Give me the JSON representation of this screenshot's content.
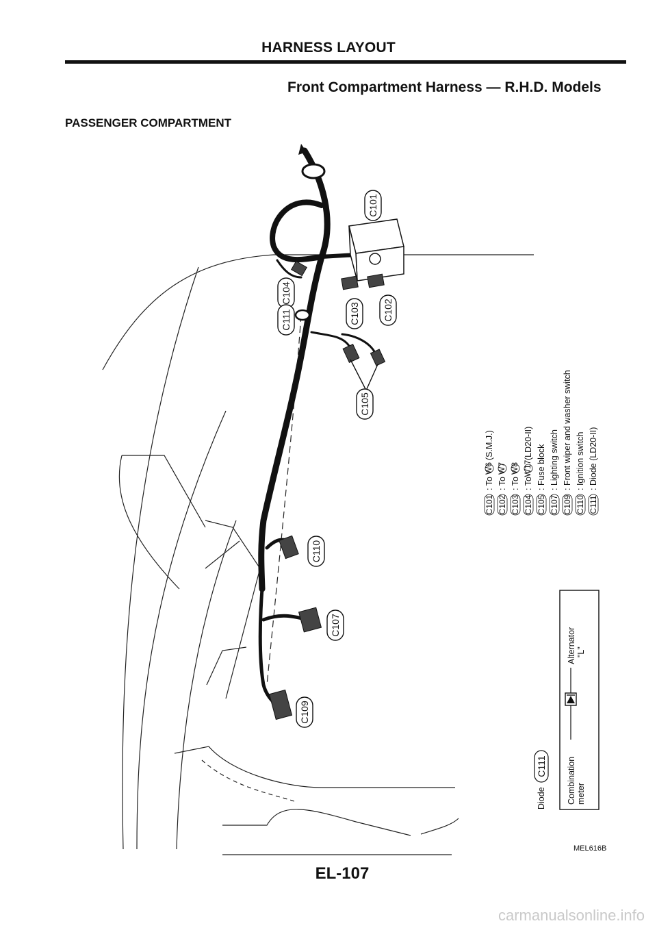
{
  "header": {
    "title": "HARNESS LAYOUT"
  },
  "subtitle": "Front Compartment Harness — R.H.D. Models",
  "section_label": "PASSENGER COMPARTMENT",
  "connectors": {
    "c101": "C101",
    "c102": "C102",
    "c103": "C103",
    "c104": "C104",
    "c105": "C105",
    "c107": "C107",
    "c109": "C109",
    "c110": "C110",
    "c111": "C111"
  },
  "legend": [
    {
      "code": "C101",
      "desc": ": To",
      "ref": "W6",
      "note": "(S.M.J.)"
    },
    {
      "code": "C102",
      "desc": ": To",
      "ref": "W7",
      "note": ""
    },
    {
      "code": "C103",
      "desc": ": To",
      "ref": "W8",
      "note": ""
    },
    {
      "code": "C104",
      "desc": ": To",
      "ref": "W17",
      "note": "(LD20-II)"
    },
    {
      "code": "C105",
      "desc": ": Fuse block",
      "ref": "",
      "note": ""
    },
    {
      "code": "C107",
      "desc": ": Lighting switch",
      "ref": "",
      "note": ""
    },
    {
      "code": "C109",
      "desc": ": Front wiper and washer switch",
      "ref": "",
      "note": ""
    },
    {
      "code": "C110",
      "desc": ": Ignition switch",
      "ref": "",
      "note": ""
    },
    {
      "code": "C111",
      "desc": ": Diode (LD20-II)",
      "ref": "",
      "note": ""
    }
  ],
  "diode_box": {
    "title": "Diode",
    "code": "C111",
    "left_label_1": "Combination",
    "left_label_2": "meter",
    "right_label_1": "Alternator",
    "right_label_2": "\"L\""
  },
  "ref_code": "MEL616B",
  "page_number": "EL-107",
  "watermark": "carmanualsonline.info"
}
